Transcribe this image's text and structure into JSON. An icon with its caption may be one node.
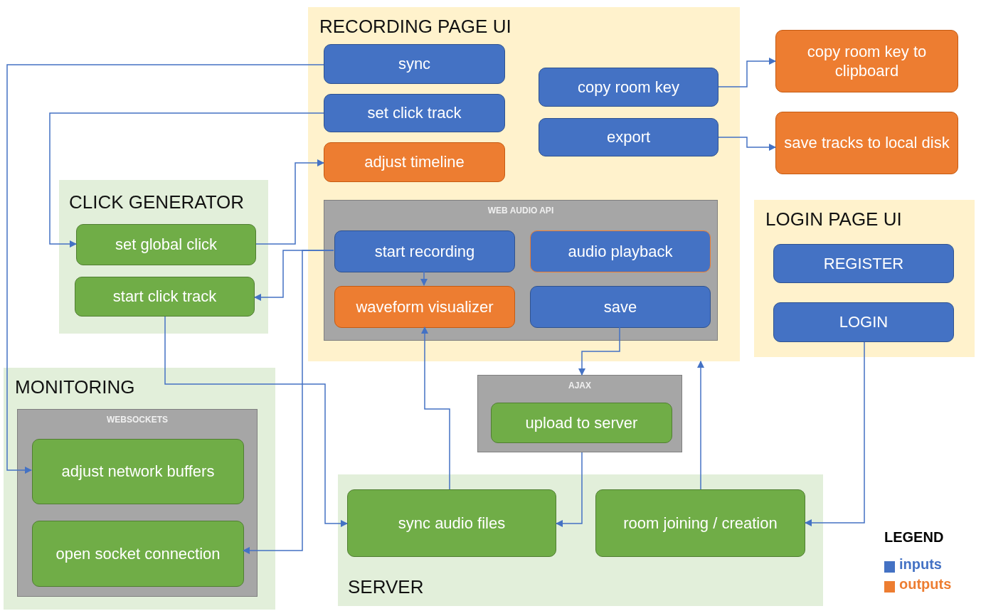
{
  "diagram": {
    "nodes": [
      {
        "text": [
          "RECORDING PAGE UI"
        ]
      },
      {
        "text": [
          "sync"
        ],
        "in": 0
      },
      {
        "text": [
          "set click track"
        ],
        "in": 0
      },
      {
        "text": [
          "adjust timeline"
        ],
        "in": 0
      },
      {
        "text": [
          "copy room key"
        ],
        "in": 0
      },
      {
        "text": [
          "export"
        ],
        "in": 0
      },
      {
        "text": [
          "WEB AUDIO API"
        ],
        "in": 0
      },
      {
        "text": [
          "start recording"
        ],
        "in": 6
      },
      {
        "text": [
          "audio playback"
        ],
        "in": 6
      },
      {
        "text": [
          "waveform visualizer"
        ],
        "in": 6
      },
      {
        "text": [
          "save"
        ],
        "in": 6
      },
      {
        "text": [
          "copy room key to clipboard"
        ]
      },
      {
        "text": [
          "save tracks to local disk"
        ]
      },
      {
        "text": [
          "CLICK GENERATOR"
        ]
      },
      {
        "text": [
          "set global click"
        ],
        "in": 13
      },
      {
        "text": [
          "start click track"
        ],
        "in": 13
      },
      {
        "text": [
          "LOGIN PAGE UI"
        ]
      },
      {
        "text": [
          "REGISTER"
        ],
        "in": 16
      },
      {
        "text": [
          "LOGIN"
        ],
        "in": 16
      },
      {
        "text": [
          "MONITORING"
        ]
      },
      {
        "text": [
          "WEBSOCKETS"
        ],
        "in": 19
      },
      {
        "text": [
          "adjust network buffers"
        ],
        "in": 20
      },
      {
        "text": [
          "open socket connection"
        ],
        "in": 20
      },
      {
        "text": [
          "AJAX"
        ]
      },
      {
        "text": [
          "upload to server"
        ],
        "in": 23
      },
      {
        "text": [
          "SERVER"
        ]
      },
      {
        "text": [
          "sync audio files"
        ],
        "in": 25
      },
      {
        "text": [
          "room joining / creation"
        ],
        "in": 25
      }
    ],
    "edges": [
      {
        "from": 1,
        "to": 21,
        "arrow": "to"
      },
      {
        "from": 2,
        "to": 14,
        "arrow": "to"
      },
      {
        "from": 14,
        "to": 3,
        "arrow": "to"
      },
      {
        "from": 7,
        "to": 15,
        "arrow": "to"
      },
      {
        "from": 7,
        "to": 22,
        "arrow": "to"
      },
      {
        "from": 7,
        "to": 9,
        "arrow": "to"
      },
      {
        "from": 15,
        "to": 26,
        "arrow": "to"
      },
      {
        "from": 26,
        "to": 9,
        "arrow": "to"
      },
      {
        "from": 10,
        "to": 23,
        "arrow": "to"
      },
      {
        "from": 23,
        "to": 26,
        "arrow": "to"
      },
      {
        "from": 27,
        "to": 0,
        "arrow": "to"
      },
      {
        "from": 18,
        "to": 27,
        "arrow": "to"
      },
      {
        "from": 4,
        "to": 11,
        "arrow": "to"
      },
      {
        "from": 5,
        "to": 12,
        "arrow": "to"
      }
    ],
    "labels": [
      "LEGEND"
    ],
    "legend": [
      {
        "text": "inputs",
        "color": "#4472c4"
      },
      {
        "text": "outputs",
        "color": "#ed7d31"
      }
    ]
  }
}
